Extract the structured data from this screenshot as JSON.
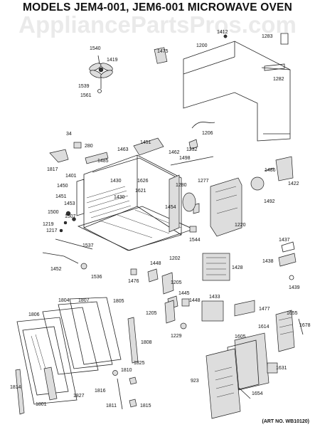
{
  "title": "MODELS JEM4-001, JEM6-001  MICROWAVE OVEN",
  "watermark": "AppliancePartsPros.com",
  "art_number": "(ART NO. WB10120)",
  "part_labels": [
    "1540",
    "1419",
    "1539",
    "1561",
    "1475",
    "1412",
    "1200",
    "1283",
    "1282",
    "34",
    "280",
    "1817",
    "1485",
    "1463",
    "1451",
    "1462",
    "1232",
    "1206",
    "1498",
    "1401",
    "1430",
    "1626",
    "1277",
    "1486",
    "1422",
    "1450",
    "1621",
    "1430",
    "1451",
    "1453",
    "1280",
    "1492",
    "1500",
    "1507",
    "1219",
    "1217",
    "1454",
    "1544",
    "1220",
    "1537",
    "1452",
    "1536",
    "1202",
    "1476",
    "1448",
    "1205",
    "1428",
    "1437",
    "1438",
    "1439",
    "1445",
    "1448",
    "1205",
    "1229",
    "1433",
    "1477",
    "1806",
    "1804",
    "1807",
    "1805",
    "1808",
    "1655",
    "1678",
    "1605",
    "1614",
    "1631",
    "923",
    "1654",
    "1814",
    "1801",
    "1827",
    "1810",
    "1825",
    "1816",
    "1811",
    "1815"
  ]
}
